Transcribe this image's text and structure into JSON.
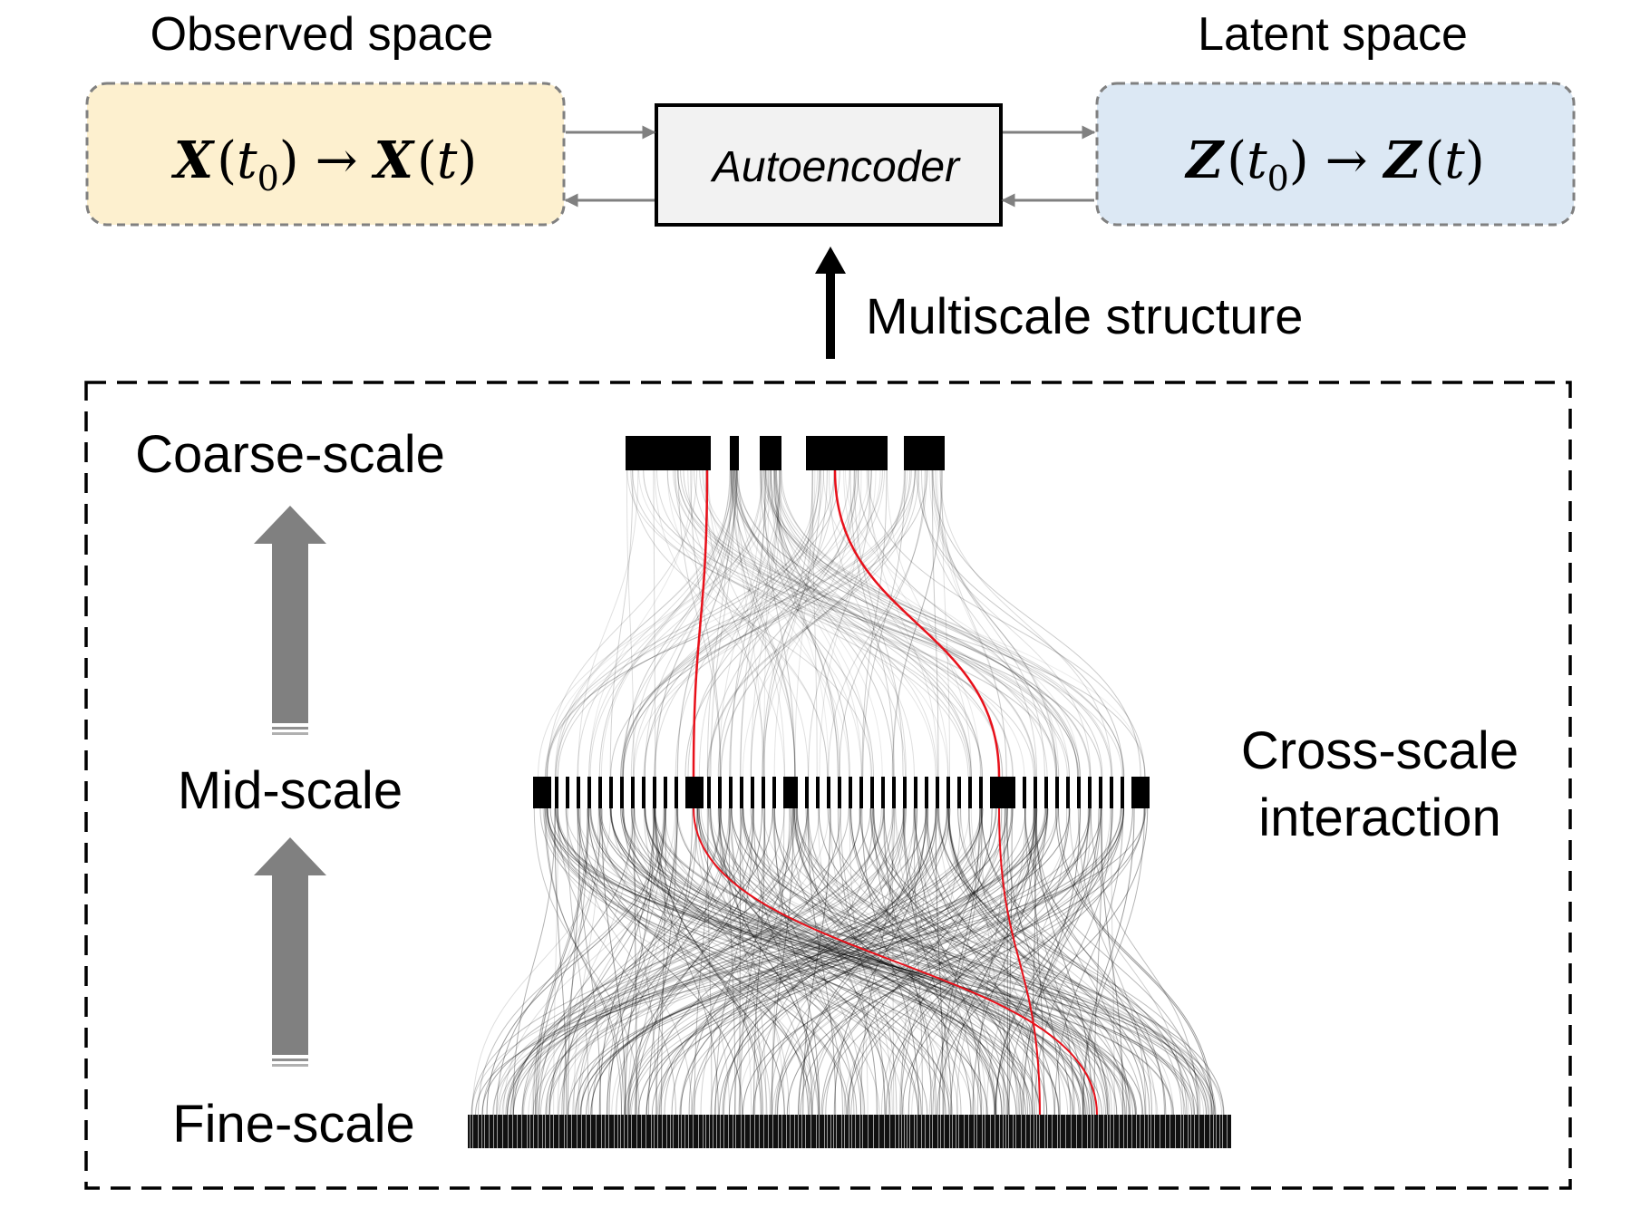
{
  "top": {
    "observed_title": "Observed space",
    "latent_title": "Latent space",
    "observed_box": {
      "var": "X",
      "open": "(",
      "t": "t",
      "sub": "0",
      "close": ")",
      "arrow": "→",
      "var2": "X",
      "t2": "t"
    },
    "latent_box": {
      "var": "Z",
      "open": "(",
      "t": "t",
      "sub": "0",
      "close": ")",
      "arrow": "→",
      "var2": "Z",
      "t2": "t"
    },
    "autoencoder": "Autoencoder",
    "multiscale": "Multiscale structure"
  },
  "scales": {
    "coarse": "Coarse-scale",
    "mid": "Mid-scale",
    "fine": "Fine-scale"
  },
  "side_label": {
    "line1": "Cross-scale",
    "line2": "interaction"
  },
  "colors": {
    "observed_fill": "#fdf0cf",
    "latent_fill": "#dce8f4",
    "box_border": "#808080",
    "arrow_gray": "#808080",
    "highlight": "#e8101a",
    "node_black": "#000000"
  }
}
